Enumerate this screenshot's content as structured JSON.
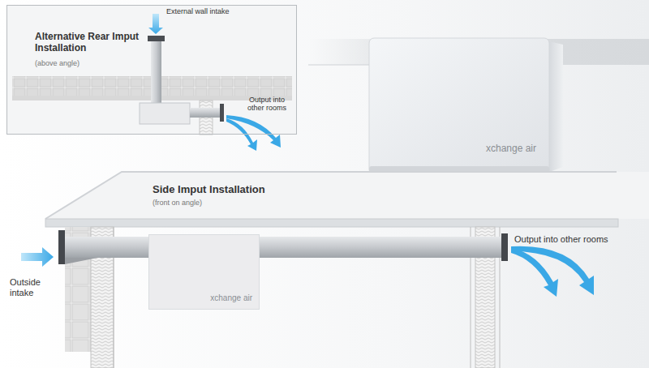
{
  "diagram": {
    "nodes": [
      {
        "text": [
          "Alternative Rear Imput Installation",
          "(above angle)"
        ]
      },
      {
        "text": [
          "xchange air"
        ]
      },
      {
        "text": [
          "xchange air"
        ]
      }
    ],
    "labels": [
      "External wall intake",
      "Output into other rooms",
      "Side Imput Installation",
      "(front on angle)",
      "Output into other rooms",
      "Outside intake"
    ]
  }
}
